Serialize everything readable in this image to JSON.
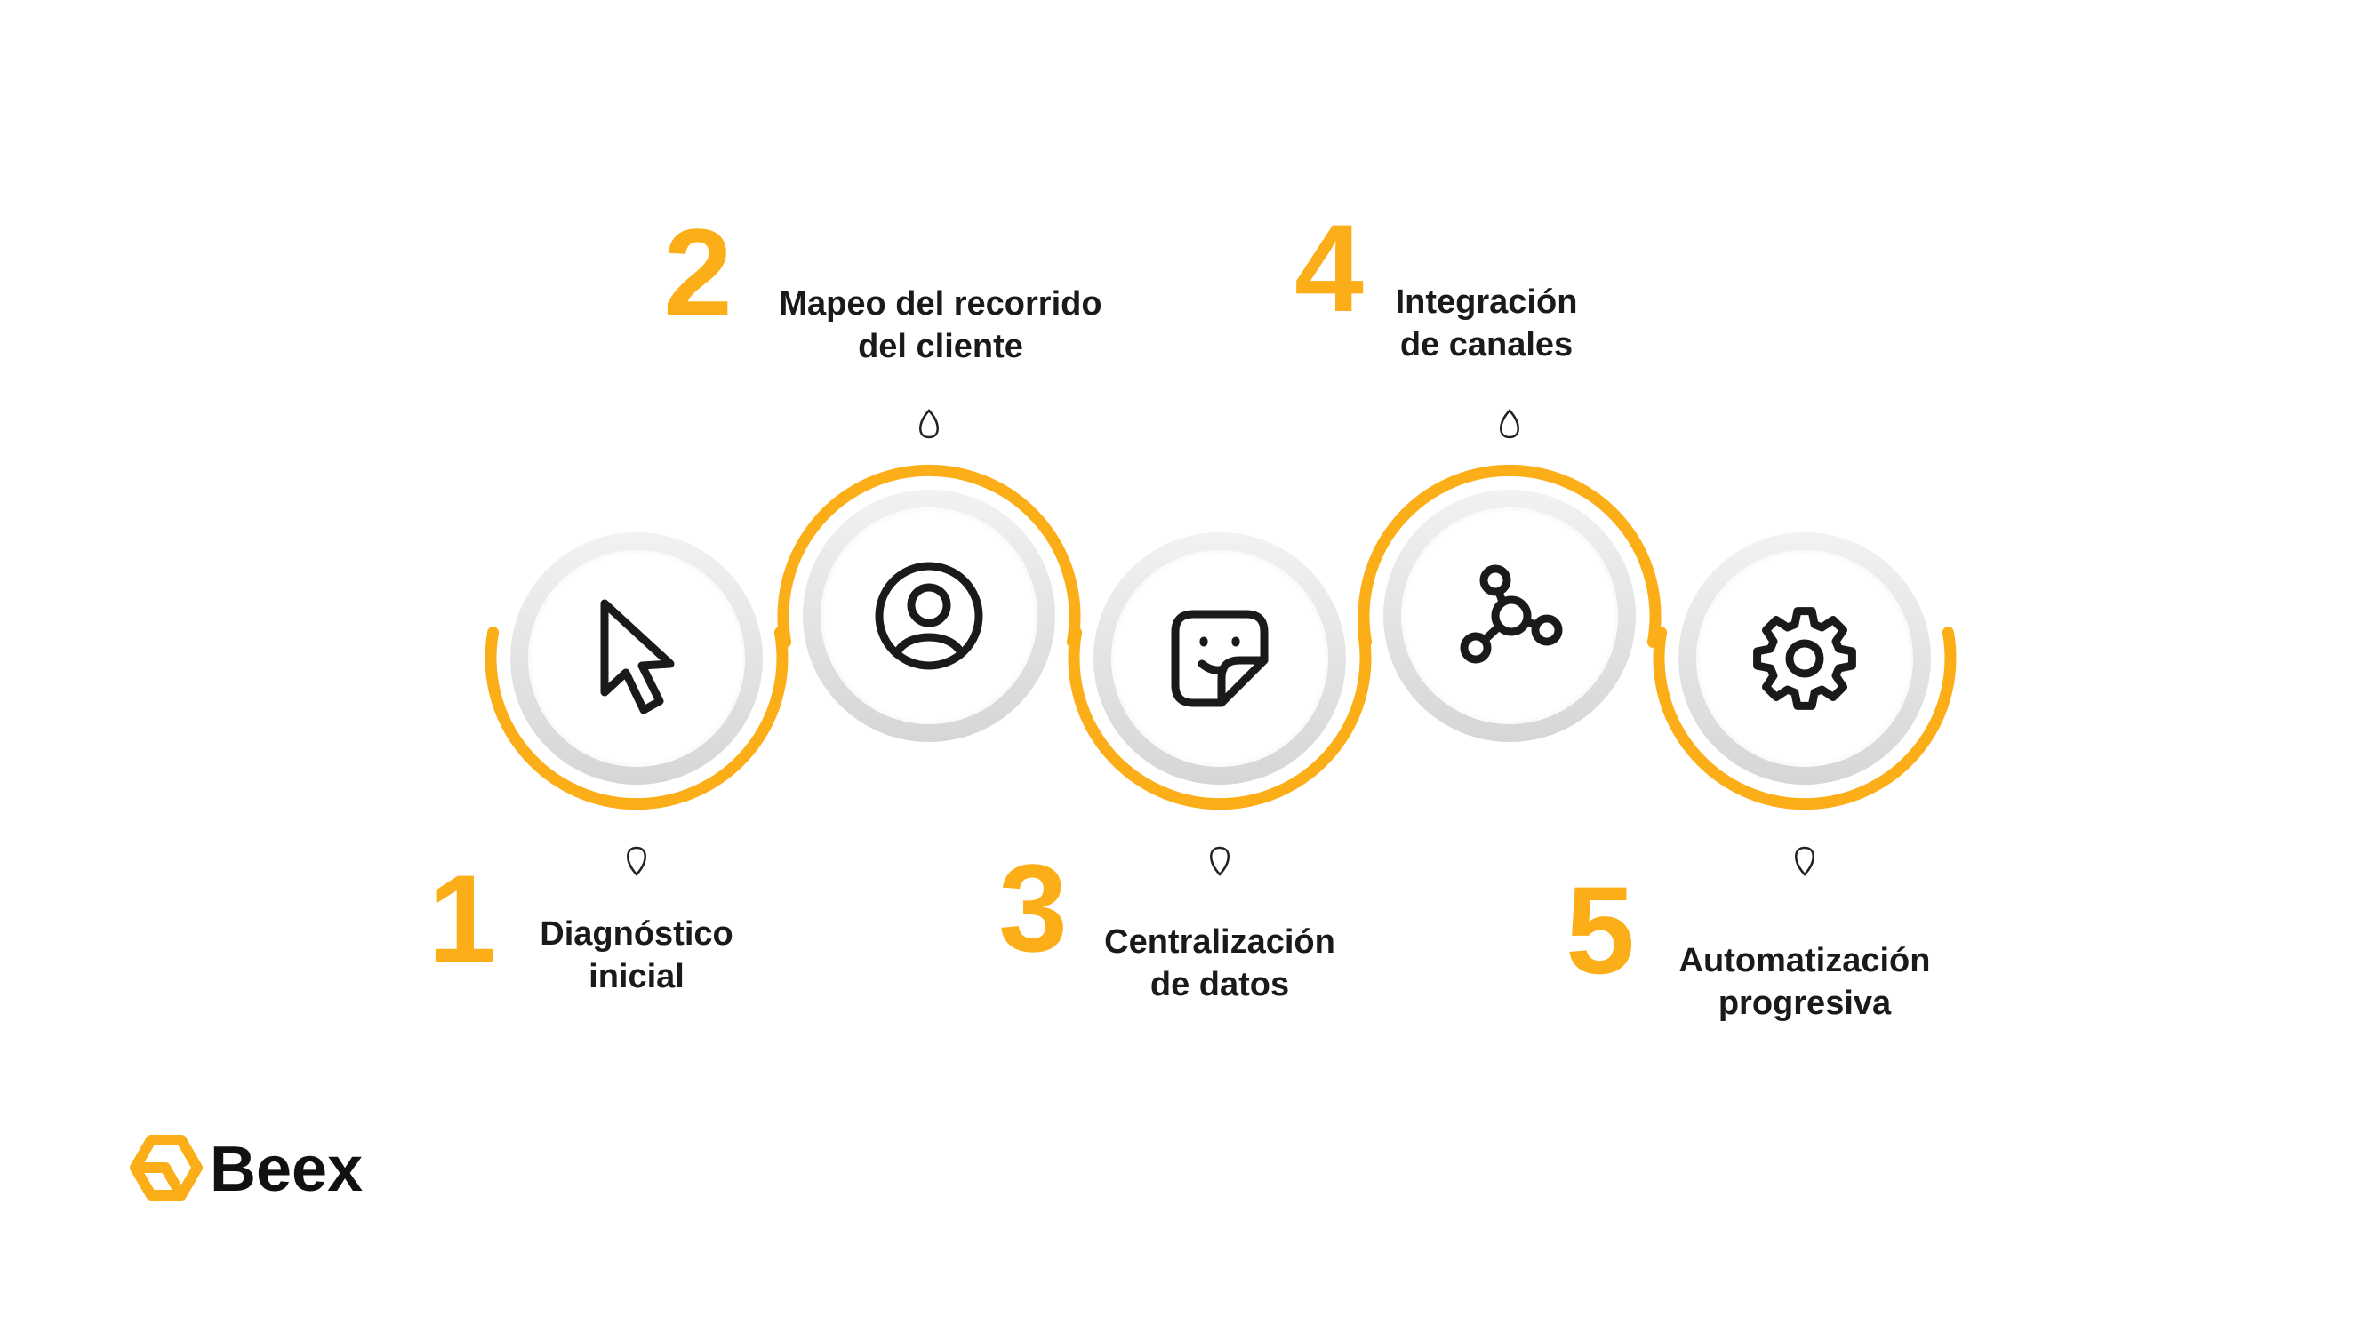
{
  "colors": {
    "accent": "#FBAE17",
    "ring": "#E4E4E4",
    "circle_fill": "#FFFFFF",
    "icon": "#1A1A1A",
    "text": "#1A1A1A",
    "background": "#FFFFFF"
  },
  "steps": [
    {
      "number": "1",
      "label_lines": [
        "Diagnóstico",
        "inicial"
      ],
      "icon": "cursor-icon",
      "arc_side": "bottom"
    },
    {
      "number": "2",
      "label_lines": [
        "Mapeo del recorrido",
        "del cliente"
      ],
      "icon": "user-circle-icon",
      "arc_side": "top"
    },
    {
      "number": "3",
      "label_lines": [
        "Centralización",
        "de datos"
      ],
      "icon": "sticker-icon",
      "arc_side": "bottom"
    },
    {
      "number": "4",
      "label_lines": [
        "Integración",
        "de canales"
      ],
      "icon": "network-nodes-icon",
      "arc_side": "top"
    },
    {
      "number": "5",
      "label_lines": [
        "Automatización",
        "progresiva"
      ],
      "icon": "gear-icon",
      "arc_side": "bottom"
    }
  ],
  "brand": {
    "name": "Beex",
    "logo_icon": "hexagon-logo-icon"
  }
}
